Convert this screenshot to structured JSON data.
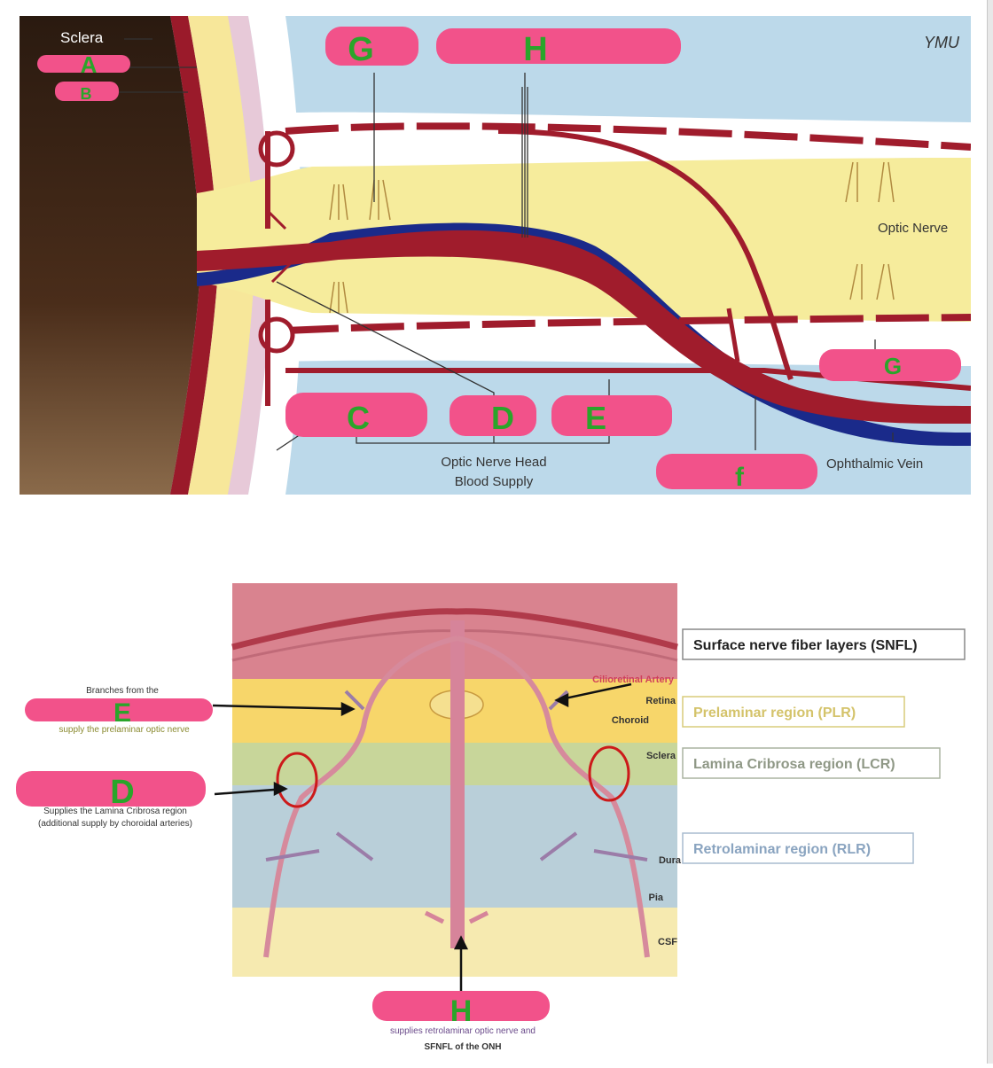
{
  "top_diagram": {
    "signature": "YMU",
    "labels": {
      "sclera": "Sclera",
      "optic_nerve": "Optic Nerve",
      "ophthalmic_vein": "Ophthalmic Vein",
      "onh_line1": "Optic Nerve Head",
      "onh_line2": "Blood Supply"
    },
    "masks": {
      "a": "A",
      "b": "B",
      "c": "C",
      "d": "D",
      "e": "E",
      "f": "f",
      "g_top": "G",
      "h_top": "H",
      "g_right": "G"
    },
    "colors": {
      "mask": "#f2528a",
      "handwriting": "#2aa52a",
      "artery": "#a01c2c",
      "vein": "#1a2a8a",
      "nerve": "#f6ec9c",
      "csf": "#bcd9ea",
      "sclera_band": "#f7e79a",
      "choroid_band": "#e7c9d8"
    }
  },
  "bottom_diagram": {
    "layer_labels": {
      "snfl": "Surface nerve fiber layers (SNFL)",
      "plr": "Prelaminar region (PLR)",
      "lcr": "Lamina Cribrosa region (LCR)",
      "rlr": "Retrolaminar region (RLR)"
    },
    "tissue_labels": {
      "cilioretinal": "Cilioretinal Artery",
      "retina": "Retina",
      "choroid": "Choroid",
      "sclera": "Sclera",
      "dura": "Dura",
      "pia": "Pia",
      "csf": "CSF"
    },
    "annotations": {
      "e_top": "Branches from the",
      "e_bottom": "supply the prelaminar optic nerve",
      "d_bottom1": "Supplies the Lamina Cribrosa region",
      "d_bottom2": "(additional supply by choroidal arteries)",
      "h_bottom1": "supplies retrolaminar optic nerve and",
      "h_bottom2": "SFNFL of the ONH"
    },
    "masks": {
      "e": "E",
      "d": "D",
      "h": "H"
    }
  }
}
